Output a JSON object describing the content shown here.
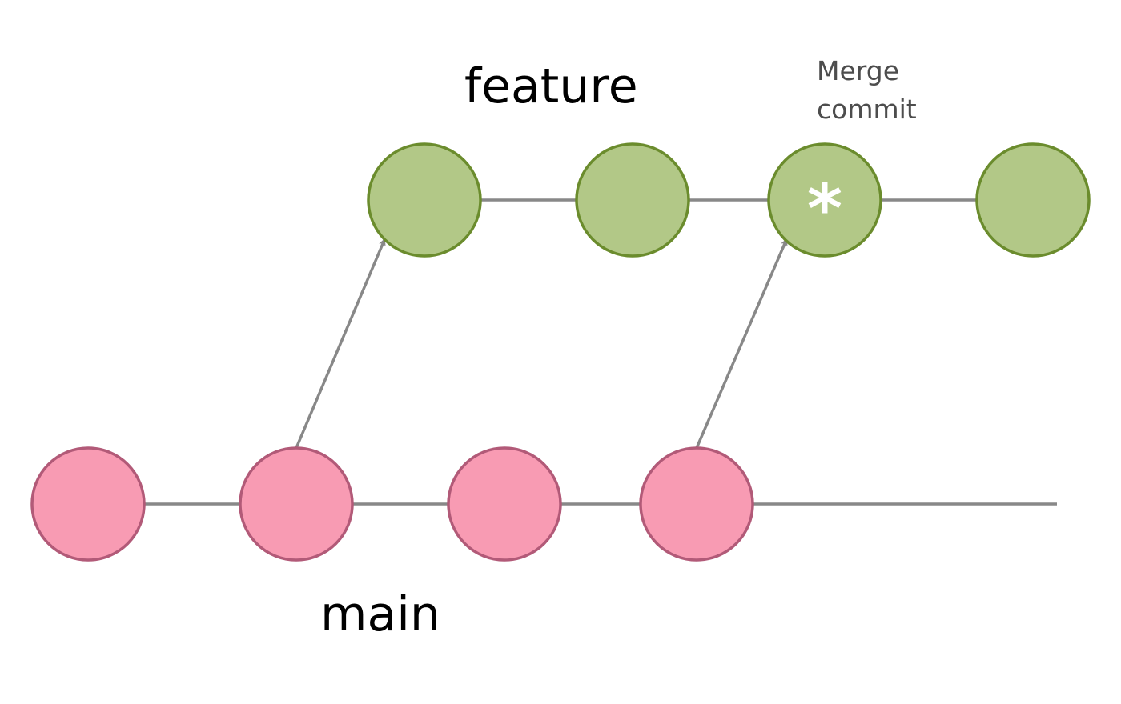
{
  "labels": {
    "feature": "feature",
    "main": "main",
    "merge_line1": "Merge",
    "merge_line2": "commit"
  },
  "merge_mark": "*",
  "colors": {
    "main_fill": "#f89bb3",
    "main_stroke": "#b25a78",
    "feature_fill": "#b2c887",
    "feature_stroke": "#6b8c2d",
    "line": "#888888",
    "background": "#ffffff"
  },
  "branches": [
    {
      "name": "main",
      "commit_count": 4,
      "continues": true
    },
    {
      "name": "feature",
      "commit_count": 4,
      "continues": false
    }
  ],
  "connections": [
    {
      "from": "main",
      "from_index": 1,
      "to": "feature",
      "to_index": 0
    },
    {
      "from": "main",
      "from_index": 3,
      "to": "feature",
      "to_index": 2
    }
  ],
  "merge_commit": {
    "branch": "feature",
    "index": 2
  }
}
